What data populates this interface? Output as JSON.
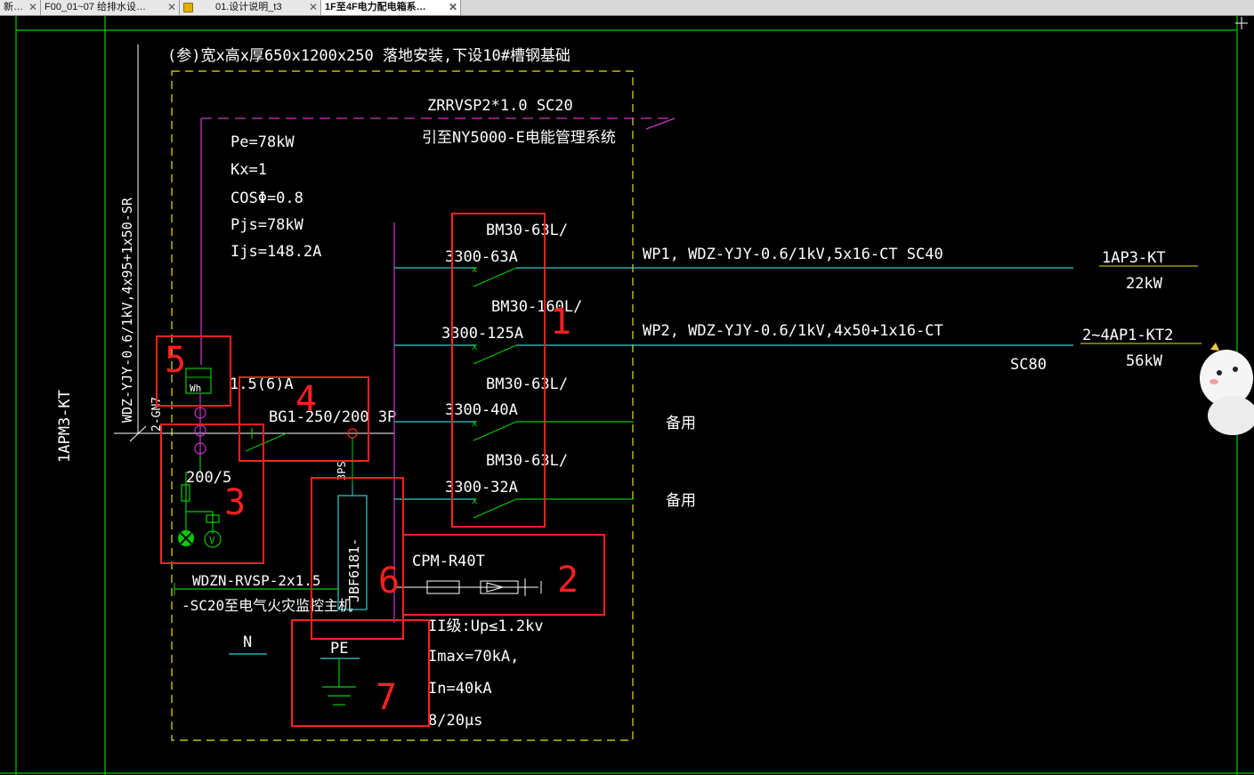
{
  "tabs": [
    {
      "label": "新…",
      "close": "✕",
      "active": false,
      "lock": false
    },
    {
      "label": "F00_01~07  给排水设…",
      "close": "✕",
      "active": false,
      "lock": false
    },
    {
      "label": "01.设计说明_t3",
      "close": "✕",
      "active": false,
      "lock": true
    },
    {
      "label": "1F至4F电力配电箱系…",
      "close": "✕",
      "active": true,
      "lock": false
    }
  ],
  "drawing": {
    "panel_name": "1APM3-KT",
    "incoming_cable": "WDZ-YJY-0.6/1kV,4x95+1x50-SR",
    "incoming_side": "2-GN7",
    "enclosure_note": "(参)宽x高x厚650x1200x250   落地安装,下设10#槽钢基础",
    "comm_cable": "ZRRVSP2*1.0  SC20",
    "comm_target": "引至NY5000-E电能管理系统",
    "load_params": [
      "Pe=78kW",
      "Kx=1",
      "COSΦ=0.8",
      "Pjs=78kW",
      "Ijs=148.2A"
    ],
    "meter": {
      "label": "Wh",
      "rating": "1.5(6)A"
    },
    "main_breaker": "BG1-250/200  3P",
    "ct_ratio": "200/5",
    "meter_v": "V",
    "tt_label": "3PS",
    "fire_monitor": {
      "device": "JBF6181-",
      "cable": "WDZN-RVSP-2x1.5",
      "target": "-SC20至电气火灾监控主机"
    },
    "spd": {
      "model": "CPM-R40T",
      "params": [
        "II级:Up≤1.2kv",
        "Imax=70kA,",
        "In=40kA",
        "8/20μs"
      ]
    },
    "buses": {
      "n": "N",
      "pe": "PE"
    },
    "branches": [
      {
        "model": "BM30-63L/",
        "rating": "3300-63A",
        "circuit": "WP1, WDZ-YJY-0.6/1kV,5x16-CT SC40",
        "extra": "",
        "dest": "1AP3-KT",
        "power": "22kW"
      },
      {
        "model": "BM30-160L/",
        "rating": "3300-125A",
        "circuit": "WP2, WDZ-YJY-0.6/1kV,4x50+1x16-CT",
        "extra": "SC80",
        "dest": "2~4AP1-KT2",
        "power": "56kW"
      },
      {
        "model": "BM30-63L/",
        "rating": "3300-40A",
        "circuit": "备用",
        "extra": "",
        "dest": "",
        "power": ""
      },
      {
        "model": "BM30-63L/",
        "rating": "3300-32A",
        "circuit": "备用",
        "extra": "",
        "dest": "",
        "power": ""
      }
    ],
    "annotations": [
      "1",
      "2",
      "3",
      "4",
      "5",
      "6",
      "7"
    ]
  },
  "colors": {
    "background": "#000000",
    "frame": "#00cc00",
    "text": "#ffffff",
    "enclosure": "#e6e600",
    "comm": "#cc33cc",
    "feeder": "#33cccc",
    "switch": "#00cc00",
    "markup": "#ff2020"
  }
}
